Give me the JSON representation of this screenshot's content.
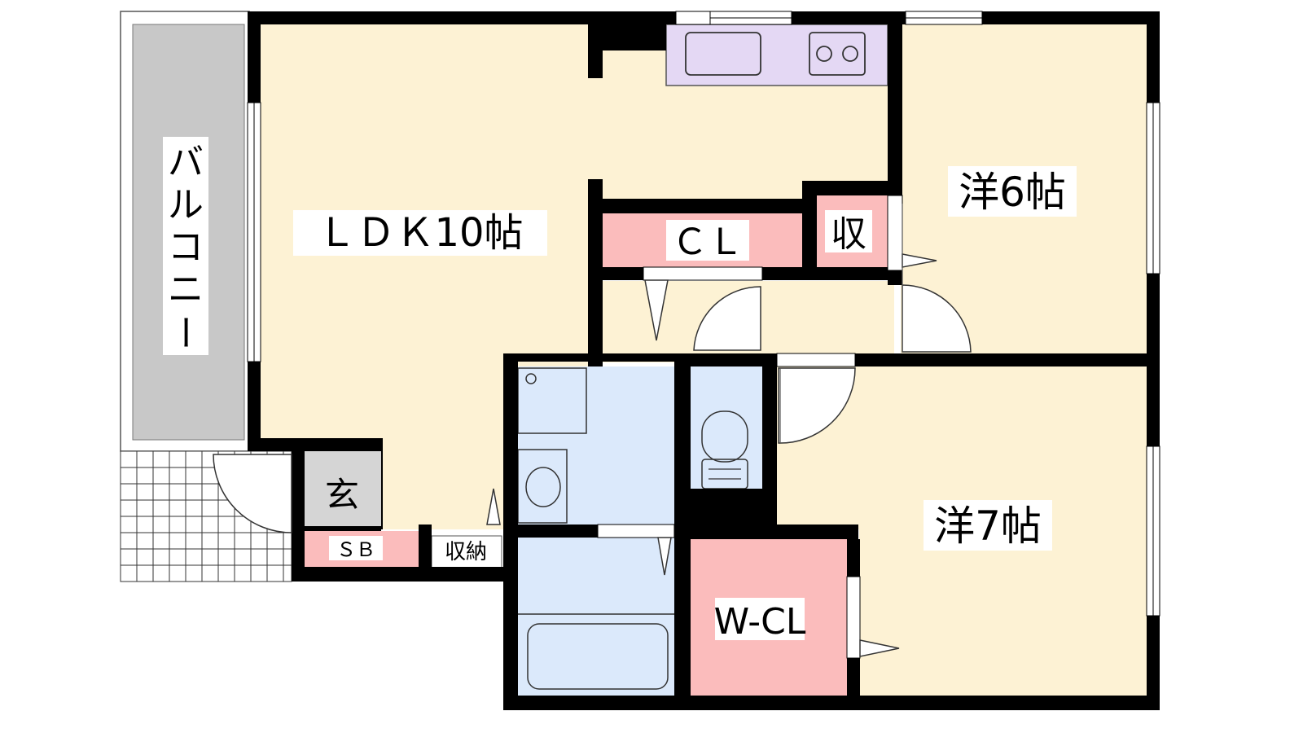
{
  "labels": {
    "ldk": "ＬＤＫ10帖",
    "bedroom1": "洋6帖",
    "bedroom2": "洋7帖",
    "balcony": [
      "バ",
      "ル",
      "コ",
      "ニ",
      "ー"
    ],
    "closet_cl": "ＣＬ",
    "storage_small": "収",
    "genkan": "玄",
    "shoe_box": "ＳＢ",
    "storage_entry": "収納",
    "walk_in_closet": "W-CL"
  },
  "colors": {
    "room": "#fdf2d4",
    "closet": "#fbbcbc",
    "wet": "#dbe9fb",
    "kitchen": "#e4d8f4",
    "balcony": "#c8c8c8",
    "entry": "#d5d5d5",
    "wall": "#000000"
  }
}
